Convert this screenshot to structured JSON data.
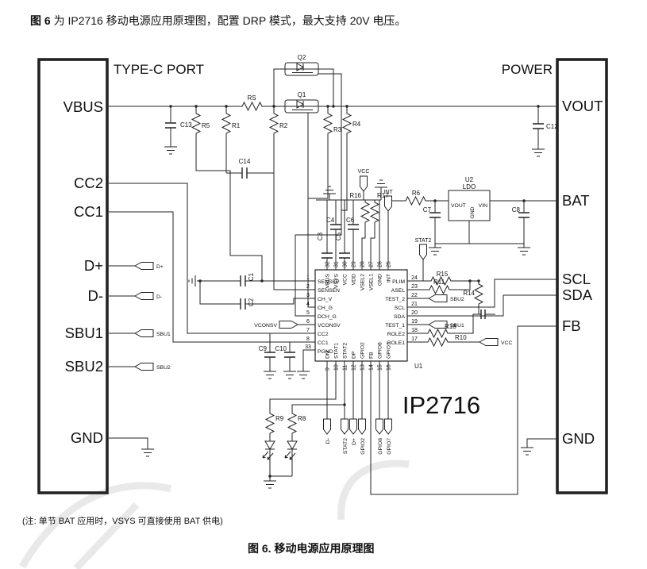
{
  "title": {
    "bold": "图 6",
    "rest": " 为 IP2716 移动电源应用原理图，配置 DRP 模式，最大支持 20V 电压。"
  },
  "note": "(注: 单节 BAT 应用时，VSYS 可直接使用 BAT 供电)",
  "caption": {
    "bold": "图 6.",
    "rest": " 移动电源应用原理图"
  },
  "typec": {
    "label": "TYPE-C PORT",
    "pins": [
      "VBUS",
      "CC2",
      "CC1",
      "D+",
      "D-",
      "SBU1",
      "SBU2",
      "GND"
    ]
  },
  "power": {
    "label": "POWER",
    "pins": [
      "VOUT",
      "BAT",
      "SCL",
      "SDA",
      "FB",
      "GND"
    ]
  },
  "typec_nets": [
    "D+",
    "D-",
    "SBU1",
    "SBU2"
  ],
  "bottom_nets": [
    "D-",
    "STAT2",
    "D+",
    "GPIO2",
    "GPIO8",
    "GPIO7"
  ],
  "nets": {
    "vcc": "VCC",
    "int": "INT",
    "stat2": "STAT2",
    "vconsv": "VCONSV",
    "sbu1": "SBU1",
    "sbu2": "SBU2"
  },
  "ldo": {
    "ref": "U2",
    "name": "LDO",
    "vout": "VOUT",
    "vin": "VIN",
    "gnd": "GND"
  },
  "chip": {
    "ref": "U1",
    "part": "IP2716",
    "top_pins": [
      {
        "n": "32",
        "name": "VBUS"
      },
      {
        "n": "31",
        "name": "VSYS"
      },
      {
        "n": "30",
        "name": "VCC"
      },
      {
        "n": "29",
        "name": "VDD"
      },
      {
        "n": "28",
        "name": "VSEL2"
      },
      {
        "n": "27",
        "name": "VSEL1"
      },
      {
        "n": "26",
        "name": "GND"
      },
      {
        "n": "25",
        "name": "INT"
      }
    ],
    "left_pins": [
      {
        "n": "1",
        "name": "SENSEP"
      },
      {
        "n": "2",
        "name": "SENSEN"
      },
      {
        "n": "3",
        "name": "CH_V"
      },
      {
        "n": "4",
        "name": "CH_G"
      },
      {
        "n": "5",
        "name": "DCH_G"
      },
      {
        "n": "6",
        "name": "VCONSV"
      },
      {
        "n": "7",
        "name": "CC2"
      },
      {
        "n": "8",
        "name": "CC1"
      },
      {
        "n": "33",
        "name": "PGND"
      }
    ],
    "right_pins": [
      {
        "n": "24",
        "name": "PLIM"
      },
      {
        "n": "23",
        "name": "ASEL"
      },
      {
        "n": "22",
        "name": "TEST_2"
      },
      {
        "n": "21",
        "name": "SCL"
      },
      {
        "n": "20",
        "name": "SDA"
      },
      {
        "n": "19",
        "name": "TEST_1"
      },
      {
        "n": "18",
        "name": "ROLE2"
      },
      {
        "n": "17",
        "name": "ROLE1"
      }
    ],
    "bottom_pins": [
      {
        "n": "9",
        "name": "DM"
      },
      {
        "n": "10",
        "name": "STAT1"
      },
      {
        "n": "11",
        "name": "STAT2"
      },
      {
        "n": "12",
        "name": "DP"
      },
      {
        "n": "13",
        "name": "GPIO2"
      },
      {
        "n": "14",
        "name": "FB"
      },
      {
        "n": "15",
        "name": "GPIO8"
      },
      {
        "n": "16",
        "name": "GPIO7"
      }
    ]
  },
  "refs": {
    "rs": "RS",
    "r1": "R1",
    "r2": "R2",
    "r3": "R3",
    "r4": "R4",
    "r5": "R5",
    "r6": "R6",
    "r8": "R8",
    "r9": "R9",
    "r10": "R10",
    "r11": "R11",
    "r14": "R14",
    "r15": "R15",
    "r16": "R16",
    "r17": "R17",
    "r18": "R18",
    "c1": "C1",
    "c2": "C2",
    "c3": "C3",
    "c4": "C4",
    "c5": "C5",
    "c6": "C6",
    "c7": "C7",
    "c8": "C8",
    "c9": "C9",
    "c10": "C10",
    "c12": "C12",
    "c13": "C13",
    "c14": "C14",
    "q1": "Q1",
    "q2": "Q2"
  }
}
